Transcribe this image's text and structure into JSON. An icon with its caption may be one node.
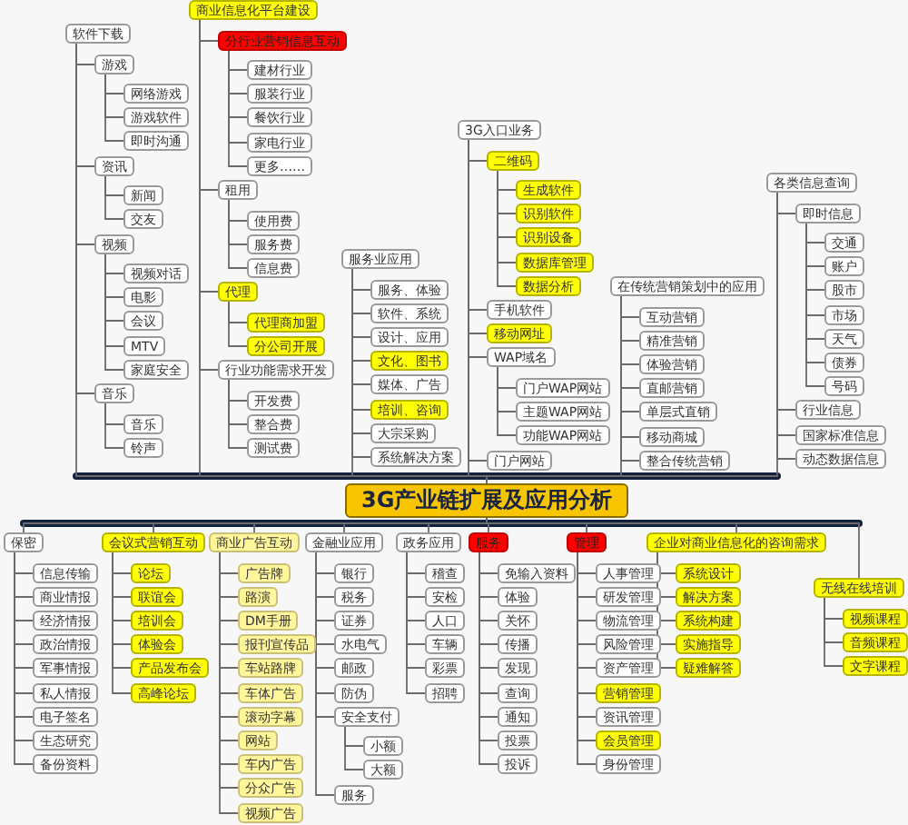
{
  "diagram": {
    "nodes": [
      {
        "text": [
          "3G产业链扩展及应用分析"
        ]
      },
      {
        "text": [
          "软件下载"
        ]
      },
      {
        "text": [
          "游戏"
        ]
      },
      {
        "text": [
          "网络游戏"
        ]
      },
      {
        "text": [
          "游戏软件"
        ]
      },
      {
        "text": [
          "即时沟通"
        ]
      },
      {
        "text": [
          "资讯"
        ]
      },
      {
        "text": [
          "新闻"
        ]
      },
      {
        "text": [
          "交友"
        ]
      },
      {
        "text": [
          "视频"
        ]
      },
      {
        "text": [
          "视频对话"
        ]
      },
      {
        "text": [
          "电影"
        ]
      },
      {
        "text": [
          "会议"
        ]
      },
      {
        "text": [
          "MTV"
        ]
      },
      {
        "text": [
          "家庭安全"
        ]
      },
      {
        "text": [
          "音乐"
        ]
      },
      {
        "text": [
          "音乐"
        ]
      },
      {
        "text": [
          "铃声"
        ]
      },
      {
        "text": [
          "商业信息化平台建设"
        ]
      },
      {
        "text": [
          "分行业营销信息互动"
        ]
      },
      {
        "text": [
          "建材行业"
        ]
      },
      {
        "text": [
          "服装行业"
        ]
      },
      {
        "text": [
          "餐饮行业"
        ]
      },
      {
        "text": [
          "家电行业"
        ]
      },
      {
        "text": [
          "更多……"
        ]
      },
      {
        "text": [
          "租用"
        ]
      },
      {
        "text": [
          "使用费"
        ]
      },
      {
        "text": [
          "服务费"
        ]
      },
      {
        "text": [
          "信息费"
        ]
      },
      {
        "text": [
          "代理"
        ]
      },
      {
        "text": [
          "代理商加盟"
        ]
      },
      {
        "text": [
          "分公司开展"
        ]
      },
      {
        "text": [
          "行业功能需求开发"
        ]
      },
      {
        "text": [
          "开发费"
        ]
      },
      {
        "text": [
          "整合费"
        ]
      },
      {
        "text": [
          "测试费"
        ]
      },
      {
        "text": [
          "服务业应用"
        ]
      },
      {
        "text": [
          "服务、体验"
        ]
      },
      {
        "text": [
          "软件、系统"
        ]
      },
      {
        "text": [
          "设计、应用"
        ]
      },
      {
        "text": [
          "文化、图书"
        ]
      },
      {
        "text": [
          "媒体、广告"
        ]
      },
      {
        "text": [
          "培训、咨询"
        ]
      },
      {
        "text": [
          "大宗采购"
        ]
      },
      {
        "text": [
          "系统解决方案"
        ]
      },
      {
        "text": [
          "3G入口业务"
        ]
      },
      {
        "text": [
          "二维码"
        ]
      },
      {
        "text": [
          "生成软件"
        ]
      },
      {
        "text": [
          "识别软件"
        ]
      },
      {
        "text": [
          "识别设备"
        ]
      },
      {
        "text": [
          "数据库管理"
        ]
      },
      {
        "text": [
          "数据分析"
        ]
      },
      {
        "text": [
          "手机软件"
        ]
      },
      {
        "text": [
          "移动网址"
        ]
      },
      {
        "text": [
          "WAP域名"
        ]
      },
      {
        "text": [
          "门户WAP网站"
        ]
      },
      {
        "text": [
          "主题WAP网站"
        ]
      },
      {
        "text": [
          "功能WAP网站"
        ]
      },
      {
        "text": [
          "门户网站"
        ]
      },
      {
        "text": [
          "在传统营销策划中的应用"
        ]
      },
      {
        "text": [
          "互动营销"
        ]
      },
      {
        "text": [
          "精准营销"
        ]
      },
      {
        "text": [
          "体验营销"
        ]
      },
      {
        "text": [
          "直邮营销"
        ]
      },
      {
        "text": [
          "单层式直销"
        ]
      },
      {
        "text": [
          "移动商城"
        ]
      },
      {
        "text": [
          "整合传统营销"
        ]
      },
      {
        "text": [
          "各类信息查询"
        ]
      },
      {
        "text": [
          "即时信息"
        ]
      },
      {
        "text": [
          "交通"
        ]
      },
      {
        "text": [
          "账户"
        ]
      },
      {
        "text": [
          "股市"
        ]
      },
      {
        "text": [
          "市场"
        ]
      },
      {
        "text": [
          "天气"
        ]
      },
      {
        "text": [
          "债券"
        ]
      },
      {
        "text": [
          "号码"
        ]
      },
      {
        "text": [
          "行业信息"
        ]
      },
      {
        "text": [
          "国家标准信息"
        ]
      },
      {
        "text": [
          "动态数据信息"
        ]
      },
      {
        "text": [
          "保密"
        ]
      },
      {
        "text": [
          "信息传输"
        ]
      },
      {
        "text": [
          "商业情报"
        ]
      },
      {
        "text": [
          "经济情报"
        ]
      },
      {
        "text": [
          "政治情报"
        ]
      },
      {
        "text": [
          "军事情报"
        ]
      },
      {
        "text": [
          "私人情报"
        ]
      },
      {
        "text": [
          "电子签名"
        ]
      },
      {
        "text": [
          "生态研究"
        ]
      },
      {
        "text": [
          "备份资料"
        ]
      },
      {
        "text": [
          "会议式营销互动"
        ]
      },
      {
        "text": [
          "论坛"
        ]
      },
      {
        "text": [
          "联谊会"
        ]
      },
      {
        "text": [
          "培训会"
        ]
      },
      {
        "text": [
          "体验会"
        ]
      },
      {
        "text": [
          "产品发布会"
        ]
      },
      {
        "text": [
          "高峰论坛"
        ]
      },
      {
        "text": [
          "商业广告互动"
        ]
      },
      {
        "text": [
          "广告牌"
        ]
      },
      {
        "text": [
          "路演"
        ]
      },
      {
        "text": [
          "DM手册"
        ]
      },
      {
        "text": [
          "报刊宣传品"
        ]
      },
      {
        "text": [
          "车站路牌"
        ]
      },
      {
        "text": [
          "车体广告"
        ]
      },
      {
        "text": [
          "滚动字幕"
        ]
      },
      {
        "text": [
          "网站"
        ]
      },
      {
        "text": [
          "车内广告"
        ]
      },
      {
        "text": [
          "分众广告"
        ]
      },
      {
        "text": [
          "视频广告"
        ]
      },
      {
        "text": [
          "金融业应用"
        ]
      },
      {
        "text": [
          "银行"
        ]
      },
      {
        "text": [
          "税务"
        ]
      },
      {
        "text": [
          "证券"
        ]
      },
      {
        "text": [
          "水电气"
        ]
      },
      {
        "text": [
          "邮政"
        ]
      },
      {
        "text": [
          "防伪"
        ]
      },
      {
        "text": [
          "安全支付"
        ]
      },
      {
        "text": [
          "小额"
        ]
      },
      {
        "text": [
          "大额"
        ]
      },
      {
        "text": [
          "服务"
        ]
      },
      {
        "text": [
          "政务应用"
        ]
      },
      {
        "text": [
          "稽查"
        ]
      },
      {
        "text": [
          "安检"
        ]
      },
      {
        "text": [
          "人口"
        ]
      },
      {
        "text": [
          "车辆"
        ]
      },
      {
        "text": [
          "彩票"
        ]
      },
      {
        "text": [
          "招聘"
        ]
      },
      {
        "text": [
          "服务"
        ]
      },
      {
        "text": [
          "免输入资料"
        ]
      },
      {
        "text": [
          "体验"
        ]
      },
      {
        "text": [
          "关怀"
        ]
      },
      {
        "text": [
          "传播"
        ]
      },
      {
        "text": [
          "发现"
        ]
      },
      {
        "text": [
          "查询"
        ]
      },
      {
        "text": [
          "通知"
        ]
      },
      {
        "text": [
          "投票"
        ]
      },
      {
        "text": [
          "投诉"
        ]
      },
      {
        "text": [
          "管理"
        ]
      },
      {
        "text": [
          "人事管理"
        ]
      },
      {
        "text": [
          "研发管理"
        ]
      },
      {
        "text": [
          "物流管理"
        ]
      },
      {
        "text": [
          "风险管理"
        ]
      },
      {
        "text": [
          "资产管理"
        ]
      },
      {
        "text": [
          "营销管理"
        ]
      },
      {
        "text": [
          "资讯管理"
        ]
      },
      {
        "text": [
          "会员管理"
        ]
      },
      {
        "text": [
          "身份管理"
        ]
      },
      {
        "text": [
          "企业对商业信息化的咨询需求"
        ]
      },
      {
        "text": [
          "系统设计"
        ]
      },
      {
        "text": [
          "解决方案"
        ]
      },
      {
        "text": [
          "系统构建"
        ]
      },
      {
        "text": [
          "实施指导"
        ]
      },
      {
        "text": [
          "疑难解答"
        ]
      },
      {
        "text": [
          "无线在线培训"
        ]
      },
      {
        "text": [
          "视频课程"
        ]
      },
      {
        "text": [
          "音频课程"
        ]
      },
      {
        "text": [
          "文字课程"
        ]
      }
    ],
    "edges": [
      {
        "from": 0,
        "to": 1,
        "arrow": "none"
      },
      {
        "from": 0,
        "to": 18,
        "arrow": "none"
      },
      {
        "from": 0,
        "to": 36,
        "arrow": "none"
      },
      {
        "from": 0,
        "to": 45,
        "arrow": "none"
      },
      {
        "from": 0,
        "to": 59,
        "arrow": "none"
      },
      {
        "from": 0,
        "to": 67,
        "arrow": "none"
      },
      {
        "from": 0,
        "to": 79,
        "arrow": "none"
      },
      {
        "from": 0,
        "to": 89,
        "arrow": "none"
      },
      {
        "from": 0,
        "to": 96,
        "arrow": "none"
      },
      {
        "from": 0,
        "to": 108,
        "arrow": "none"
      },
      {
        "from": 0,
        "to": 119,
        "arrow": "none"
      },
      {
        "from": 0,
        "to": 126,
        "arrow": "none"
      },
      {
        "from": 0,
        "to": 136,
        "arrow": "none"
      },
      {
        "from": 0,
        "to": 146,
        "arrow": "none"
      },
      {
        "from": 0,
        "to": 152,
        "arrow": "none"
      },
      {
        "from": 1,
        "to": 2,
        "arrow": "none"
      },
      {
        "from": 2,
        "to": 3,
        "arrow": "none"
      },
      {
        "from": 2,
        "to": 4,
        "arrow": "none"
      },
      {
        "from": 2,
        "to": 5,
        "arrow": "none"
      },
      {
        "from": 1,
        "to": 6,
        "arrow": "none"
      },
      {
        "from": 6,
        "to": 7,
        "arrow": "none"
      },
      {
        "from": 6,
        "to": 8,
        "arrow": "none"
      },
      {
        "from": 1,
        "to": 9,
        "arrow": "none"
      },
      {
        "from": 9,
        "to": 10,
        "arrow": "none"
      },
      {
        "from": 9,
        "to": 11,
        "arrow": "none"
      },
      {
        "from": 9,
        "to": 12,
        "arrow": "none"
      },
      {
        "from": 9,
        "to": 13,
        "arrow": "none"
      },
      {
        "from": 9,
        "to": 14,
        "arrow": "none"
      },
      {
        "from": 1,
        "to": 15,
        "arrow": "none"
      },
      {
        "from": 15,
        "to": 16,
        "arrow": "none"
      },
      {
        "from": 15,
        "to": 17,
        "arrow": "none"
      },
      {
        "from": 18,
        "to": 19,
        "arrow": "none"
      },
      {
        "from": 19,
        "to": 20,
        "arrow": "none"
      },
      {
        "from": 19,
        "to": 21,
        "arrow": "none"
      },
      {
        "from": 19,
        "to": 22,
        "arrow": "none"
      },
      {
        "from": 19,
        "to": 23,
        "arrow": "none"
      },
      {
        "from": 19,
        "to": 24,
        "arrow": "none"
      },
      {
        "from": 18,
        "to": 25,
        "arrow": "none"
      },
      {
        "from": 25,
        "to": 26,
        "arrow": "none"
      },
      {
        "from": 25,
        "to": 27,
        "arrow": "none"
      },
      {
        "from": 25,
        "to": 28,
        "arrow": "none"
      },
      {
        "from": 18,
        "to": 29,
        "arrow": "none"
      },
      {
        "from": 29,
        "to": 30,
        "arrow": "none"
      },
      {
        "from": 29,
        "to": 31,
        "arrow": "none"
      },
      {
        "from": 18,
        "to": 32,
        "arrow": "none"
      },
      {
        "from": 32,
        "to": 33,
        "arrow": "none"
      },
      {
        "from": 32,
        "to": 34,
        "arrow": "none"
      },
      {
        "from": 32,
        "to": 35,
        "arrow": "none"
      },
      {
        "from": 36,
        "to": 37,
        "arrow": "none"
      },
      {
        "from": 36,
        "to": 38,
        "arrow": "none"
      },
      {
        "from": 36,
        "to": 39,
        "arrow": "none"
      },
      {
        "from": 36,
        "to": 40,
        "arrow": "none"
      },
      {
        "from": 36,
        "to": 41,
        "arrow": "none"
      },
      {
        "from": 36,
        "to": 42,
        "arrow": "none"
      },
      {
        "from": 36,
        "to": 43,
        "arrow": "none"
      },
      {
        "from": 36,
        "to": 44,
        "arrow": "none"
      },
      {
        "from": 45,
        "to": 46,
        "arrow": "none"
      },
      {
        "from": 46,
        "to": 47,
        "arrow": "none"
      },
      {
        "from": 46,
        "to": 48,
        "arrow": "none"
      },
      {
        "from": 46,
        "to": 49,
        "arrow": "none"
      },
      {
        "from": 46,
        "to": 50,
        "arrow": "none"
      },
      {
        "from": 46,
        "to": 51,
        "arrow": "none"
      },
      {
        "from": 45,
        "to": 52,
        "arrow": "none"
      },
      {
        "from": 45,
        "to": 53,
        "arrow": "none"
      },
      {
        "from": 45,
        "to": 54,
        "arrow": "none"
      },
      {
        "from": 54,
        "to": 55,
        "arrow": "none"
      },
      {
        "from": 54,
        "to": 56,
        "arrow": "none"
      },
      {
        "from": 54,
        "to": 57,
        "arrow": "none"
      },
      {
        "from": 45,
        "to": 58,
        "arrow": "none"
      },
      {
        "from": 59,
        "to": 60,
        "arrow": "none"
      },
      {
        "from": 59,
        "to": 61,
        "arrow": "none"
      },
      {
        "from": 59,
        "to": 62,
        "arrow": "none"
      },
      {
        "from": 59,
        "to": 63,
        "arrow": "none"
      },
      {
        "from": 59,
        "to": 64,
        "arrow": "none"
      },
      {
        "from": 59,
        "to": 65,
        "arrow": "none"
      },
      {
        "from": 59,
        "to": 66,
        "arrow": "none"
      },
      {
        "from": 67,
        "to": 68,
        "arrow": "none"
      },
      {
        "from": 68,
        "to": 69,
        "arrow": "none"
      },
      {
        "from": 68,
        "to": 70,
        "arrow": "none"
      },
      {
        "from": 68,
        "to": 71,
        "arrow": "none"
      },
      {
        "from": 68,
        "to": 72,
        "arrow": "none"
      },
      {
        "from": 68,
        "to": 73,
        "arrow": "none"
      },
      {
        "from": 68,
        "to": 74,
        "arrow": "none"
      },
      {
        "from": 68,
        "to": 75,
        "arrow": "none"
      },
      {
        "from": 67,
        "to": 76,
        "arrow": "none"
      },
      {
        "from": 67,
        "to": 77,
        "arrow": "none"
      },
      {
        "from": 67,
        "to": 78,
        "arrow": "none"
      },
      {
        "from": 79,
        "to": 80,
        "arrow": "none"
      },
      {
        "from": 79,
        "to": 81,
        "arrow": "none"
      },
      {
        "from": 79,
        "to": 82,
        "arrow": "none"
      },
      {
        "from": 79,
        "to": 83,
        "arrow": "none"
      },
      {
        "from": 79,
        "to": 84,
        "arrow": "none"
      },
      {
        "from": 79,
        "to": 85,
        "arrow": "none"
      },
      {
        "from": 79,
        "to": 86,
        "arrow": "none"
      },
      {
        "from": 79,
        "to": 87,
        "arrow": "none"
      },
      {
        "from": 79,
        "to": 88,
        "arrow": "none"
      },
      {
        "from": 89,
        "to": 90,
        "arrow": "none"
      },
      {
        "from": 89,
        "to": 91,
        "arrow": "none"
      },
      {
        "from": 89,
        "to": 92,
        "arrow": "none"
      },
      {
        "from": 89,
        "to": 93,
        "arrow": "none"
      },
      {
        "from": 89,
        "to": 94,
        "arrow": "none"
      },
      {
        "from": 89,
        "to": 95,
        "arrow": "none"
      },
      {
        "from": 96,
        "to": 97,
        "arrow": "none"
      },
      {
        "from": 96,
        "to": 98,
        "arrow": "none"
      },
      {
        "from": 96,
        "to": 99,
        "arrow": "none"
      },
      {
        "from": 96,
        "to": 100,
        "arrow": "none"
      },
      {
        "from": 96,
        "to": 101,
        "arrow": "none"
      },
      {
        "from": 96,
        "to": 102,
        "arrow": "none"
      },
      {
        "from": 96,
        "to": 103,
        "arrow": "none"
      },
      {
        "from": 96,
        "to": 104,
        "arrow": "none"
      },
      {
        "from": 96,
        "to": 105,
        "arrow": "none"
      },
      {
        "from": 96,
        "to": 106,
        "arrow": "none"
      },
      {
        "from": 96,
        "to": 107,
        "arrow": "none"
      },
      {
        "from": 108,
        "to": 109,
        "arrow": "none"
      },
      {
        "from": 108,
        "to": 110,
        "arrow": "none"
      },
      {
        "from": 108,
        "to": 111,
        "arrow": "none"
      },
      {
        "from": 108,
        "to": 112,
        "arrow": "none"
      },
      {
        "from": 108,
        "to": 113,
        "arrow": "none"
      },
      {
        "from": 108,
        "to": 114,
        "arrow": "none"
      },
      {
        "from": 108,
        "to": 115,
        "arrow": "none"
      },
      {
        "from": 115,
        "to": 116,
        "arrow": "none"
      },
      {
        "from": 115,
        "to": 117,
        "arrow": "none"
      },
      {
        "from": 108,
        "to": 118,
        "arrow": "none"
      },
      {
        "from": 119,
        "to": 120,
        "arrow": "none"
      },
      {
        "from": 119,
        "to": 121,
        "arrow": "none"
      },
      {
        "from": 119,
        "to": 122,
        "arrow": "none"
      },
      {
        "from": 119,
        "to": 123,
        "arrow": "none"
      },
      {
        "from": 119,
        "to": 124,
        "arrow": "none"
      },
      {
        "from": 119,
        "to": 125,
        "arrow": "none"
      },
      {
        "from": 126,
        "to": 127,
        "arrow": "none"
      },
      {
        "from": 126,
        "to": 128,
        "arrow": "none"
      },
      {
        "from": 126,
        "to": 129,
        "arrow": "none"
      },
      {
        "from": 126,
        "to": 130,
        "arrow": "none"
      },
      {
        "from": 126,
        "to": 131,
        "arrow": "none"
      },
      {
        "from": 126,
        "to": 132,
        "arrow": "none"
      },
      {
        "from": 126,
        "to": 133,
        "arrow": "none"
      },
      {
        "from": 126,
        "to": 134,
        "arrow": "none"
      },
      {
        "from": 126,
        "to": 135,
        "arrow": "none"
      },
      {
        "from": 136,
        "to": 137,
        "arrow": "none"
      },
      {
        "from": 136,
        "to": 138,
        "arrow": "none"
      },
      {
        "from": 136,
        "to": 139,
        "arrow": "none"
      },
      {
        "from": 136,
        "to": 140,
        "arrow": "none"
      },
      {
        "from": 136,
        "to": 141,
        "arrow": "none"
      },
      {
        "from": 136,
        "to": 142,
        "arrow": "none"
      },
      {
        "from": 136,
        "to": 143,
        "arrow": "none"
      },
      {
        "from": 136,
        "to": 144,
        "arrow": "none"
      },
      {
        "from": 136,
        "to": 145,
        "arrow": "none"
      },
      {
        "from": 146,
        "to": 147,
        "arrow": "none"
      },
      {
        "from": 146,
        "to": 148,
        "arrow": "none"
      },
      {
        "from": 146,
        "to": 149,
        "arrow": "none"
      },
      {
        "from": 146,
        "to": 150,
        "arrow": "none"
      },
      {
        "from": 146,
        "to": 151,
        "arrow": "none"
      },
      {
        "from": 152,
        "to": 153,
        "arrow": "none"
      },
      {
        "from": 152,
        "to": 154,
        "arrow": "none"
      },
      {
        "from": 152,
        "to": 155,
        "arrow": "none"
      }
    ]
  }
}
